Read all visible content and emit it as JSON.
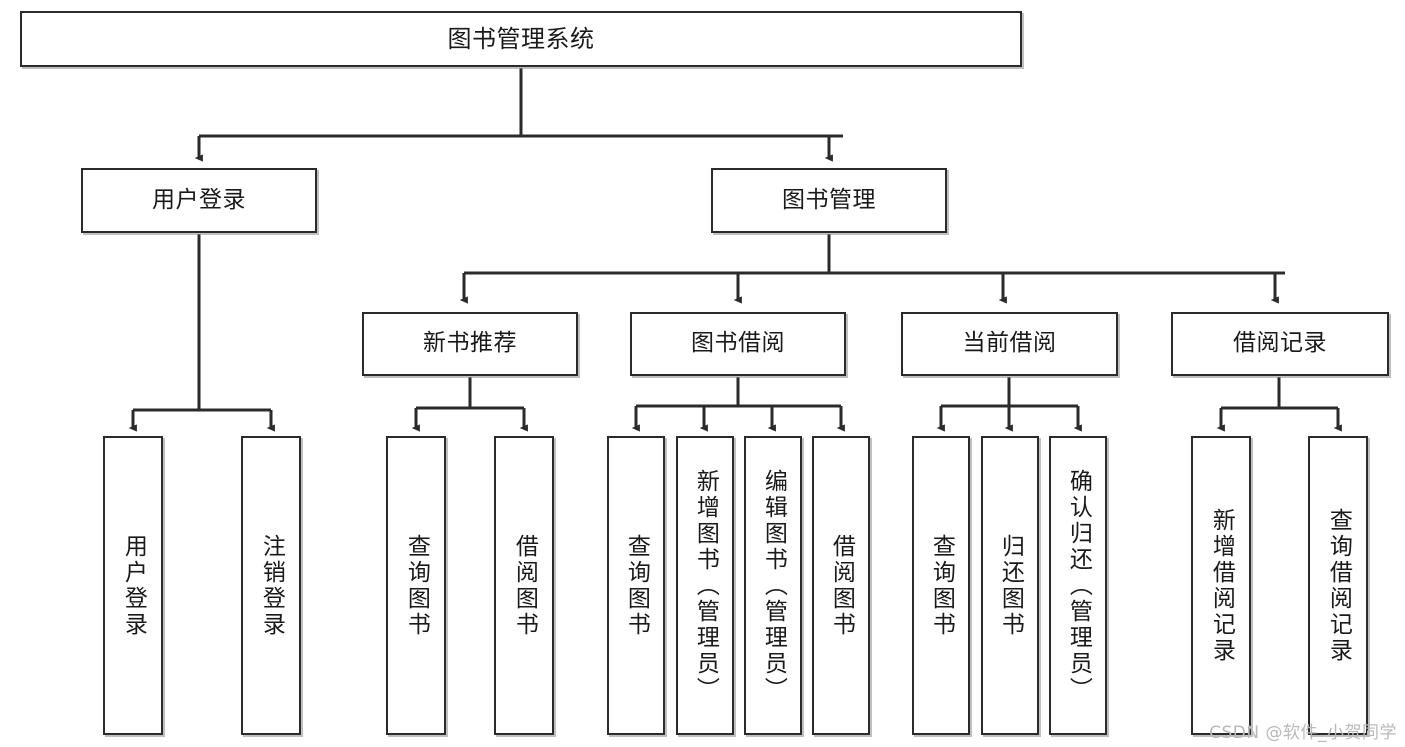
{
  "diagram": {
    "type": "tree",
    "title": "图书管理系统",
    "orientation": "top-down",
    "edge_color": "#2b2b2b",
    "node_border_color": "#2b2b2b",
    "node_fill_color": "#ffffff",
    "text_color": "#1a1a1a"
  },
  "nodes": {
    "root": {
      "label": "图书管理系统"
    },
    "level2": [
      {
        "id": "user-login",
        "label": "用户登录"
      },
      {
        "id": "book-management",
        "label": "图书管理"
      }
    ],
    "level3": [
      {
        "id": "new-book-recommend",
        "label": "新书推荐"
      },
      {
        "id": "book-borrow",
        "label": "图书借阅"
      },
      {
        "id": "current-borrow",
        "label": "当前借阅"
      },
      {
        "id": "borrow-record",
        "label": "借阅记录"
      }
    ],
    "leaves": {
      "user-login": [
        {
          "id": "leaf-user-login",
          "label": "用户登录"
        },
        {
          "id": "leaf-logout",
          "label": "注销登录"
        }
      ],
      "new-book-recommend": [
        {
          "id": "leaf-query-book-1",
          "label": "查询图书"
        },
        {
          "id": "leaf-borrow-book-1",
          "label": "借阅图书"
        }
      ],
      "book-borrow": [
        {
          "id": "leaf-query-book-2",
          "label": "查询图书"
        },
        {
          "id": "leaf-add-book",
          "label": "新增图书（管理员）"
        },
        {
          "id": "leaf-edit-book",
          "label": "编辑图书（管理员）"
        },
        {
          "id": "leaf-borrow-book-2",
          "label": "借阅图书"
        }
      ],
      "current-borrow": [
        {
          "id": "leaf-query-book-3",
          "label": "查询图书"
        },
        {
          "id": "leaf-return-book",
          "label": "归还图书"
        },
        {
          "id": "leaf-confirm-return",
          "label": "确认归还（管理员）"
        }
      ],
      "borrow-record": [
        {
          "id": "leaf-add-record",
          "label": "新增借阅记录"
        },
        {
          "id": "leaf-query-record",
          "label": "查询借阅记录"
        }
      ]
    }
  },
  "watermark": {
    "text": "CSDN @软件_小贺同学"
  }
}
